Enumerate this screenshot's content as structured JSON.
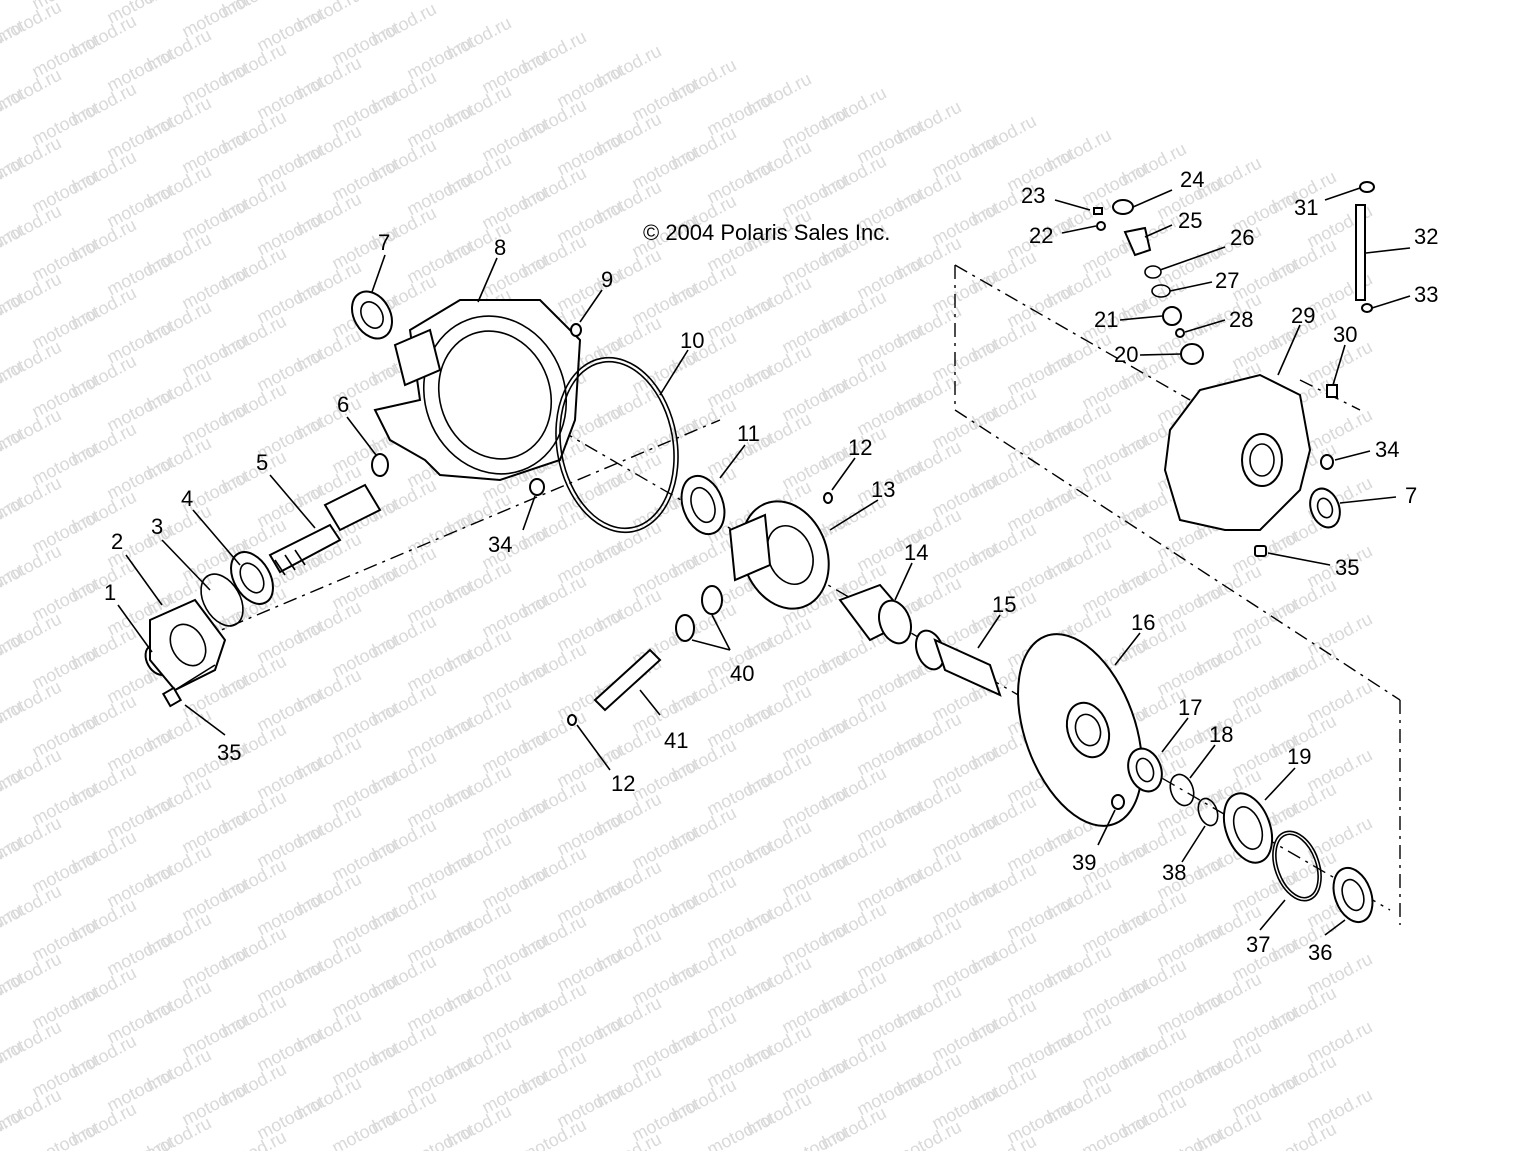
{
  "copyright": "© 2004 Polaris Sales Inc.",
  "watermark": "motod.ru",
  "callouts": [
    {
      "id": "1",
      "text": "1"
    },
    {
      "id": "2",
      "text": "2"
    },
    {
      "id": "3",
      "text": "3"
    },
    {
      "id": "4",
      "text": "4"
    },
    {
      "id": "5",
      "text": "5"
    },
    {
      "id": "6",
      "text": "6"
    },
    {
      "id": "7a",
      "text": "7"
    },
    {
      "id": "7b",
      "text": "7"
    },
    {
      "id": "8",
      "text": "8"
    },
    {
      "id": "9",
      "text": "9"
    },
    {
      "id": "10",
      "text": "10"
    },
    {
      "id": "11",
      "text": "11"
    },
    {
      "id": "12a",
      "text": "12"
    },
    {
      "id": "12b",
      "text": "12"
    },
    {
      "id": "13",
      "text": "13"
    },
    {
      "id": "14",
      "text": "14"
    },
    {
      "id": "15",
      "text": "15"
    },
    {
      "id": "16",
      "text": "16"
    },
    {
      "id": "17",
      "text": "17"
    },
    {
      "id": "18",
      "text": "18"
    },
    {
      "id": "19",
      "text": "19"
    },
    {
      "id": "20",
      "text": "20"
    },
    {
      "id": "21",
      "text": "21"
    },
    {
      "id": "22",
      "text": "22"
    },
    {
      "id": "23",
      "text": "23"
    },
    {
      "id": "24",
      "text": "24"
    },
    {
      "id": "25",
      "text": "25"
    },
    {
      "id": "26",
      "text": "26"
    },
    {
      "id": "27",
      "text": "27"
    },
    {
      "id": "28",
      "text": "28"
    },
    {
      "id": "29",
      "text": "29"
    },
    {
      "id": "30",
      "text": "30"
    },
    {
      "id": "31",
      "text": "31"
    },
    {
      "id": "32",
      "text": "32"
    },
    {
      "id": "33",
      "text": "33"
    },
    {
      "id": "34a",
      "text": "34"
    },
    {
      "id": "34b",
      "text": "34"
    },
    {
      "id": "35a",
      "text": "35"
    },
    {
      "id": "35b",
      "text": "35"
    },
    {
      "id": "36",
      "text": "36"
    },
    {
      "id": "37",
      "text": "37"
    },
    {
      "id": "38",
      "text": "38"
    },
    {
      "id": "39",
      "text": "39"
    },
    {
      "id": "40",
      "text": "40"
    },
    {
      "id": "41",
      "text": "41"
    }
  ]
}
